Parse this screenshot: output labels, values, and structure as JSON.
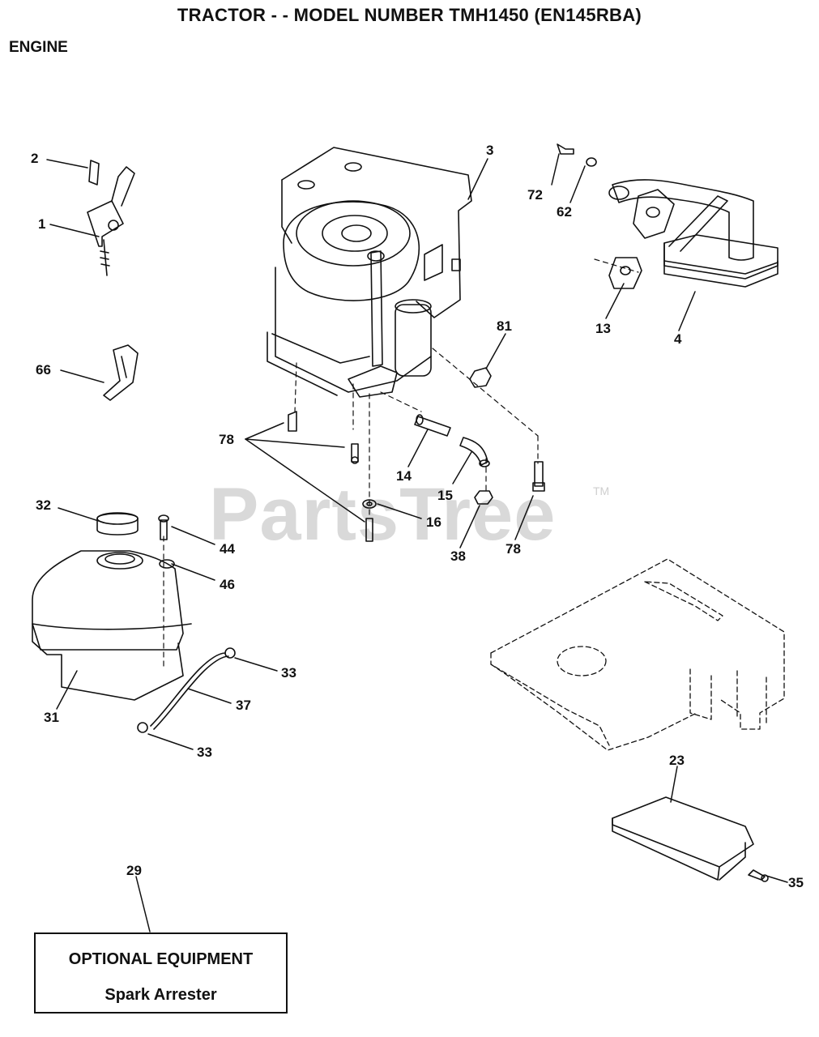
{
  "header": {
    "title": "TRACTOR - - MODEL NUMBER TMH1450 (EN145RBA)",
    "section": "ENGINE"
  },
  "watermark": {
    "text": "PartsTree",
    "trademark": "TM"
  },
  "callouts": [
    {
      "id": "c2",
      "label": "2"
    },
    {
      "id": "c1",
      "label": "1"
    },
    {
      "id": "c3",
      "label": "3"
    },
    {
      "id": "c72",
      "label": "72"
    },
    {
      "id": "c62",
      "label": "62"
    },
    {
      "id": "c13",
      "label": "13"
    },
    {
      "id": "c4",
      "label": "4"
    },
    {
      "id": "c81",
      "label": "81"
    },
    {
      "id": "c66",
      "label": "66"
    },
    {
      "id": "c78a",
      "label": "78"
    },
    {
      "id": "c14",
      "label": "14"
    },
    {
      "id": "c15",
      "label": "15"
    },
    {
      "id": "c16",
      "label": "16"
    },
    {
      "id": "c38",
      "label": "38"
    },
    {
      "id": "c78b",
      "label": "78"
    },
    {
      "id": "c32",
      "label": "32"
    },
    {
      "id": "c44",
      "label": "44"
    },
    {
      "id": "c46",
      "label": "46"
    },
    {
      "id": "c33a",
      "label": "33"
    },
    {
      "id": "c37",
      "label": "37"
    },
    {
      "id": "c31",
      "label": "31"
    },
    {
      "id": "c33b",
      "label": "33"
    },
    {
      "id": "c23",
      "label": "23"
    },
    {
      "id": "c29",
      "label": "29"
    },
    {
      "id": "c35",
      "label": "35"
    }
  ],
  "optional_box": {
    "title": "OPTIONAL EQUIPMENT",
    "item": "Spark Arrester"
  }
}
